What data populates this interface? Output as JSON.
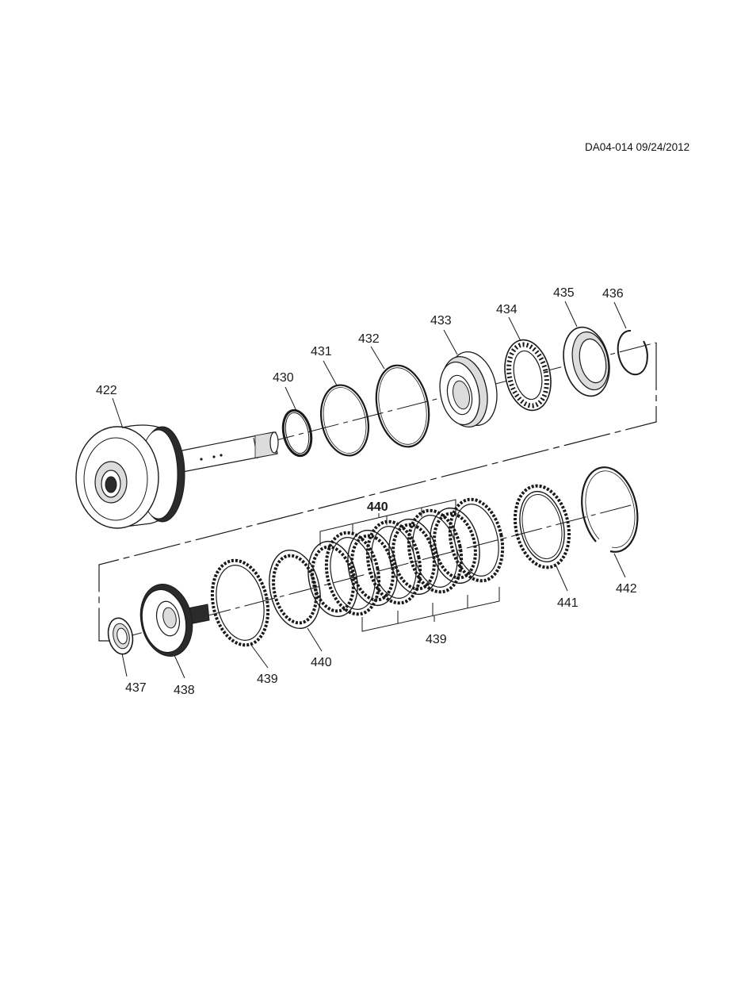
{
  "document": {
    "id": "DA04-014 09/24/2012"
  },
  "callouts": {
    "c422": "422",
    "c430": "430",
    "c431": "431",
    "c432": "432",
    "c433": "433",
    "c434": "434",
    "c435": "435",
    "c436": "436",
    "c440_top": "440",
    "c437": "437",
    "c438": "438",
    "c439_single": "439",
    "c440_single": "440",
    "c439_group": "439",
    "c441": "441",
    "c442": "442"
  }
}
